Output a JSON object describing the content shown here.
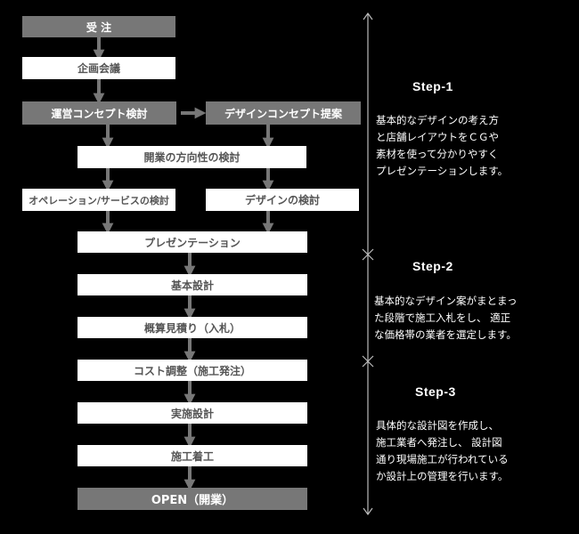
{
  "flow": {
    "order": "受 注",
    "planning": "企画会議",
    "ops_concept": "運営コンセプト検討",
    "design_concept": "デザインコンセプト提案",
    "direction": "開業の方向性の検討",
    "ops_service": "オペレーション/サービスの検討",
    "design_review": "デザインの検討",
    "presentation": "プレゼンテーション",
    "basic_design": "基本設計",
    "estimate": "概算見積り（入札）",
    "cost_adjust": "コスト調整（施工発注）",
    "detail_design": "実施設計",
    "construction": "施工着工",
    "open": "OPEN（開業）"
  },
  "steps": [
    {
      "title": "Step-1",
      "lines": [
        "基本的なデザインの考え方",
        "と店舗レイアウトをＣＧや",
        "素材を使って分かりやすく",
        "プレゼンテーションします。"
      ]
    },
    {
      "title": "Step-2",
      "lines": [
        "基本的なデザイン案がまとまっ",
        "た段階で施工入札をし、 適正",
        "な価格帯の業者を選定します。"
      ]
    },
    {
      "title": "Step-3",
      "lines": [
        "具体的な設計図を作成し、",
        "施工業者へ発注し、 設計図",
        "通り現場施工が行われている",
        "か設計上の管理を行います。"
      ]
    }
  ]
}
